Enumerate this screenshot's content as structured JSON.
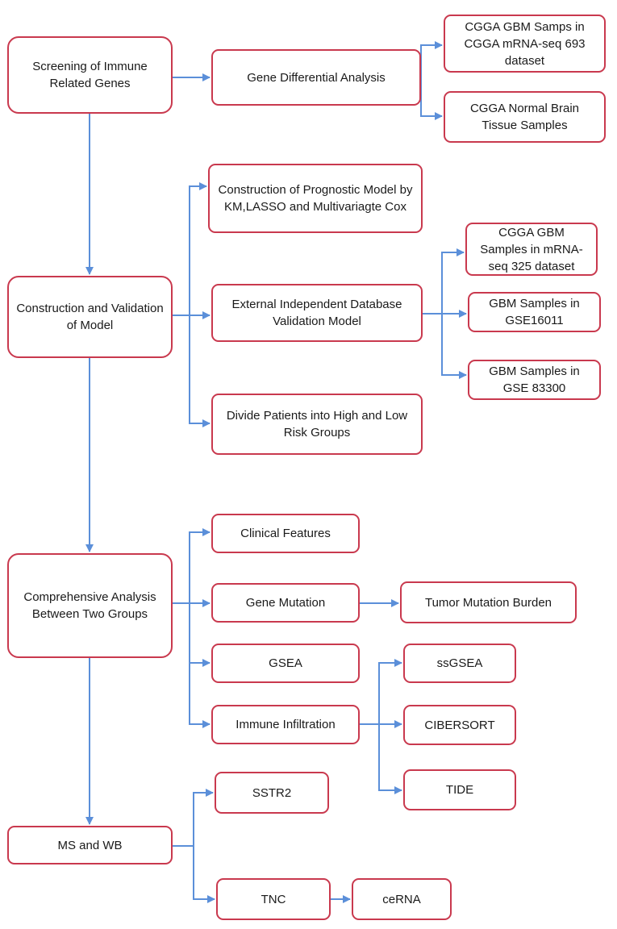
{
  "colors": {
    "box_border": "#c9394e",
    "connector": "#5b8fd9",
    "text": "#1a1a1a"
  },
  "nodes": {
    "screening": "Screening of Immune Related Genes",
    "gene_diff": "Gene Differential Analysis",
    "cgga_693": "CGGA GBM Samps in CGGA mRNA-seq 693 dataset",
    "cgga_normal": "CGGA Normal Brain Tissue Samples",
    "construction_validation": "Construction and Validation of Model",
    "prognostic_model": "Construction of Prognostic Model by KM,LASSO and Multivariagte Cox",
    "external_validation": "External Independent Database Validation Model",
    "cgga_325": "CGGA GBM Samples in mRNA-seq 325 dataset",
    "gse16011": "GBM Samples in GSE16011",
    "gse83300": "GBM Samples in GSE 83300",
    "divide_patients": "Divide Patients into High and Low Risk Groups",
    "comprehensive": "Comprehensive Analysis Between Two Groups",
    "clinical": "Clinical Features",
    "gene_mutation": "Gene Mutation",
    "tmb": "Tumor Mutation Burden",
    "gsea": "GSEA",
    "immune_infiltration": "Immune Infiltration",
    "ssgsea": "ssGSEA",
    "cibersort": "CIBERSORT",
    "tide": "TIDE",
    "ms_wb": "MS and WB",
    "sstr2": "SSTR2",
    "tnc": "TNC",
    "cerna": "ceRNA"
  }
}
